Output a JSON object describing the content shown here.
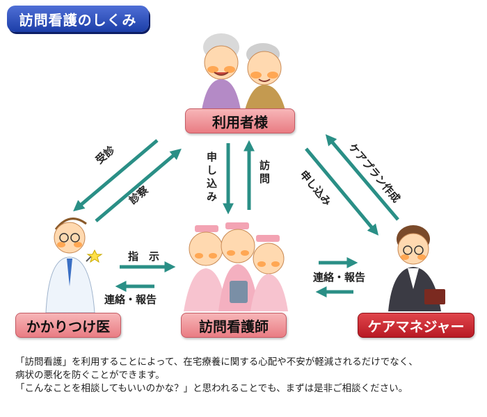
{
  "title": "訪問看護のしくみ",
  "nodes": {
    "user": "利用者様",
    "doctor": "かかりつけ医",
    "nurse": "訪問看護師",
    "care_manager": "ケアマネジャー"
  },
  "labels": {
    "consult": "受診",
    "examination": "診察",
    "apply_left": "申し込み",
    "visit": "訪問",
    "apply_right": "申し込み",
    "care_plan": "ケアプラン作成",
    "instruction": "指　示",
    "contact_report_left": "連絡・報告",
    "contact_report_right": "連絡・報告"
  },
  "footer": {
    "line1": "「訪問看護」を利用することによって、在宅療養に関する心配や不安が軽減されるだけでなく、",
    "line2": "病状の悪化を防ぐことができます。",
    "line3": "「こんなことを相談してもいいのかな？」と思われることでも、まずは是非ご相談ください。"
  },
  "colors": {
    "arrow": "#2a8f86",
    "title_bg": "#2346b4",
    "node_pink": "#ef9aa0",
    "node_red": "#c8232c"
  },
  "icons": [
    "elderly-couple-illustration",
    "doctor-illustration",
    "nurses-illustration",
    "care-manager-illustration"
  ]
}
